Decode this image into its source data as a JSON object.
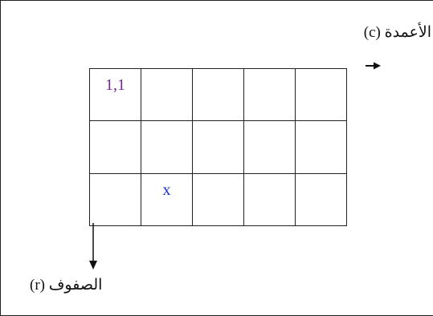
{
  "labels": {
    "columns": "الأعمدة (c)",
    "rows": "الصفوف (r)"
  },
  "grid": {
    "rows": 3,
    "cols": 5,
    "cells": [
      [
        "1,1",
        "",
        "",
        "",
        ""
      ],
      [
        "",
        "",
        "",
        "",
        ""
      ],
      [
        "",
        "x",
        "",
        "",
        ""
      ]
    ]
  },
  "colors": {
    "origin_label": "#6e2a8a",
    "marker": "#1a2ecf",
    "lines": "#222222"
  }
}
